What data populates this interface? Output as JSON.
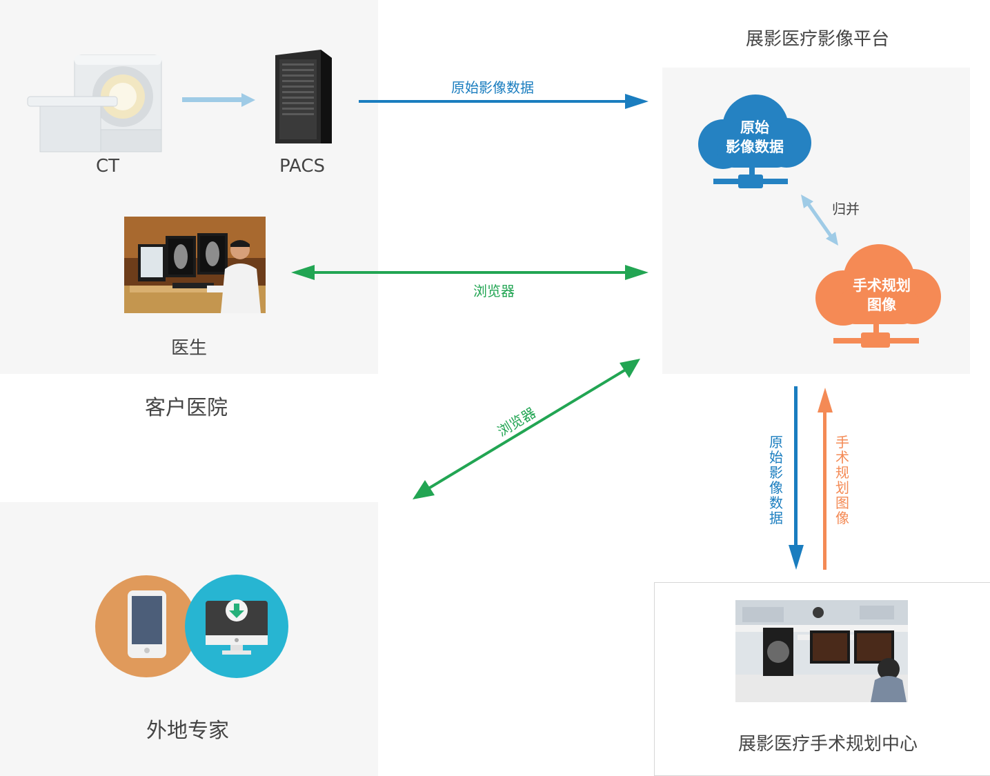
{
  "hospital": {
    "title": "客户医院",
    "ct_label": "CT",
    "pacs_label": "PACS",
    "doctor_label": "医生"
  },
  "expert": {
    "title": "外地专家"
  },
  "platform": {
    "title": "展影医疗影像平台",
    "cloud_raw_line1": "原始",
    "cloud_raw_line2": "影像数据",
    "merge_label": "归并",
    "cloud_plan_line1": "手术规划",
    "cloud_plan_line2": "图像"
  },
  "center": {
    "title": "展影医疗手术规划中心"
  },
  "arrows": {
    "raw_data": "原始影像数据",
    "browser_doctor": "浏览器",
    "browser_expert": "浏览器",
    "down_raw": "原始影像数据",
    "up_plan": "手术规划图像"
  },
  "colors": {
    "blue": "#1a7dbf",
    "green": "#22a553",
    "orange": "#f48a55",
    "light_blue": "#9fcbe6",
    "panel": "#f6f6f6"
  }
}
